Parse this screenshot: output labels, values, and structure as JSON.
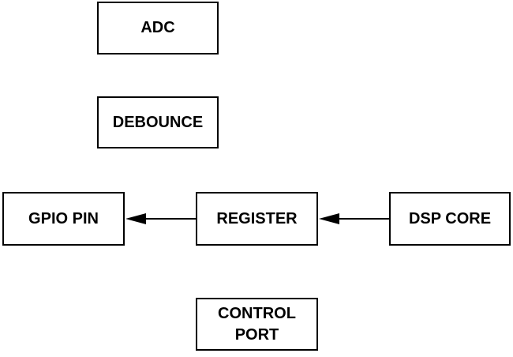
{
  "diagram": {
    "blocks": {
      "adc": {
        "label": "ADC"
      },
      "debounce": {
        "label": "DEBOUNCE"
      },
      "gpio_pin": {
        "label": "GPIO PIN"
      },
      "register": {
        "label": "REGISTER"
      },
      "dsp_core": {
        "label": "DSP CORE"
      },
      "control_port": {
        "line1": "CONTROL",
        "line2": "PORT"
      }
    },
    "connections": [
      {
        "from": "dsp_core",
        "to": "register"
      },
      {
        "from": "register",
        "to": "gpio_pin"
      }
    ],
    "colors": {
      "stroke": "#000000",
      "fill": "#ffffff"
    }
  }
}
